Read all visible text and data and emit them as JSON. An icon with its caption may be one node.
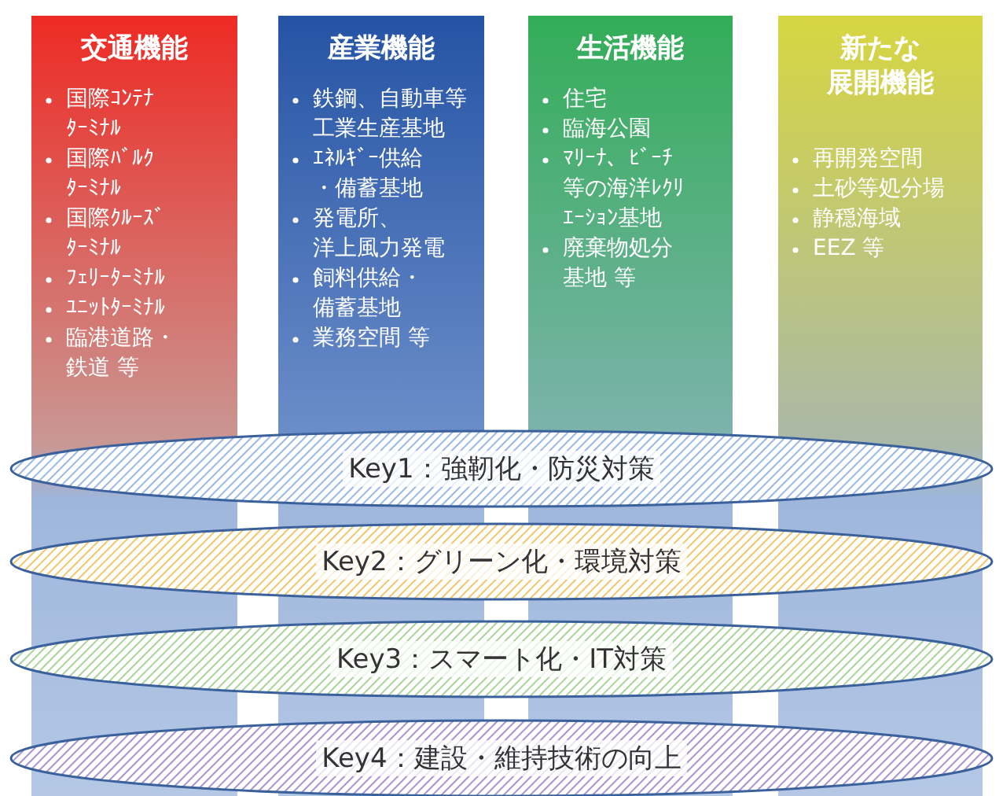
{
  "diagram": {
    "nodes": [
      {
        "text": [
          "交通機能",
          "国際ｺﾝﾃﾅﾀｰﾐﾅﾙ",
          "国際ﾊﾞﾙｸﾀｰﾐﾅﾙ",
          "国際ｸﾙｰｽﾞﾀｰﾐﾅﾙ",
          "ﾌｪﾘｰﾀｰﾐﾅﾙ",
          "ﾕﾆｯﾄﾀｰﾐﾅﾙ",
          "臨港道路・鉄道 等"
        ]
      },
      {
        "text": [
          "産業機能",
          "鉄鋼、自動車等工業生産基地",
          "ｴﾈﾙｷﾞｰ供給・備蓄基地",
          "発電所、洋上風力発電",
          "飼料供給・備蓄基地",
          "業務空間 等"
        ]
      },
      {
        "text": [
          "生活機能",
          "住宅",
          "臨海公園",
          "ﾏﾘｰﾅ、ﾋﾞｰﾁ等の海洋ﾚｸﾘｴｰｼｮﾝ基地",
          "廃棄物処分基地 等"
        ]
      },
      {
        "text": [
          "新たな展開機能",
          "再開発空間",
          "土砂等処分場",
          "静穏海域",
          "EEZ 等"
        ]
      },
      {
        "text": [
          "Key1：強靭化・防災対策"
        ]
      },
      {
        "text": [
          "Key2：グリーン化・環境対策"
        ]
      },
      {
        "text": [
          "Key3：スマート化・IT対策"
        ]
      },
      {
        "text": [
          "Key4：建設・維持技術の向上"
        ]
      }
    ]
  }
}
